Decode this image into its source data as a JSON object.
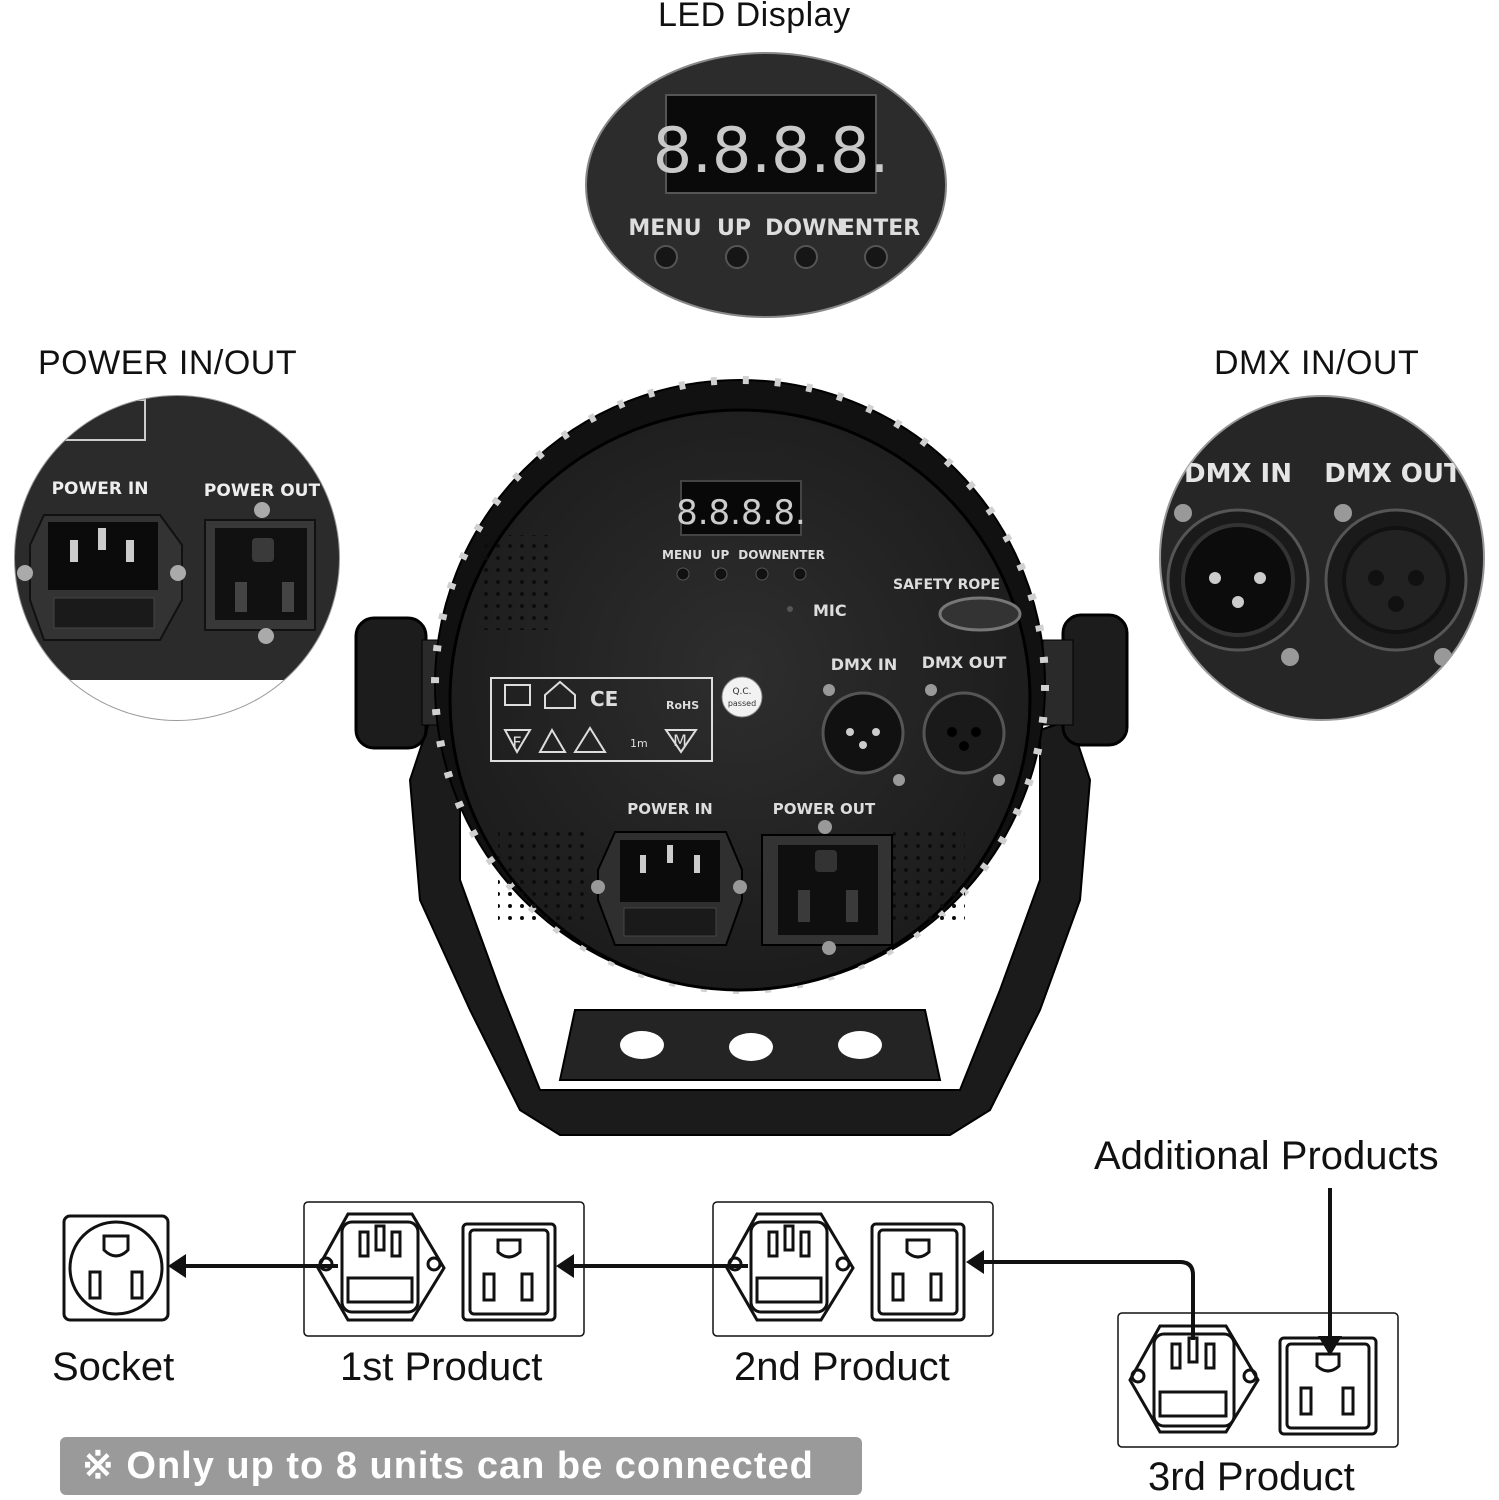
{
  "callouts": {
    "led_display": "LED Display",
    "power_in_out": "POWER IN/OUT",
    "dmx_in_out": "DMX IN/OUT",
    "additional_products": "Additional Products"
  },
  "panel_labels": {
    "display_digits": "8.8.8.8.",
    "menu": "MENU",
    "up": "UP",
    "down": "DOWN",
    "enter": "ENTER",
    "power_in": "POWER IN",
    "power_out": "POWER OUT",
    "dmx_in": "DMX IN",
    "dmx_out": "DMX OUT",
    "dmx_in_large": "DMX IN",
    "dmx_out_large": "DMX OUT",
    "safety_rope": "SAFETY ROPE",
    "mic": "MIC",
    "ce": "CE",
    "rohs": "RoHS",
    "qc": "Q.C.",
    "passed": "passed",
    "one_m": "1m",
    "f_mark": "F",
    "m_mark": "M"
  },
  "chain": {
    "socket": "Socket",
    "first": "1st Product",
    "second": "2nd Product",
    "third": "3rd Product"
  },
  "note": "※ Only up to 8 units can be connected",
  "colors": {
    "panel": "#2b2b2b",
    "body": "#1e1e1e",
    "note_bg": "#9a9a9a",
    "line": "#111111"
  }
}
